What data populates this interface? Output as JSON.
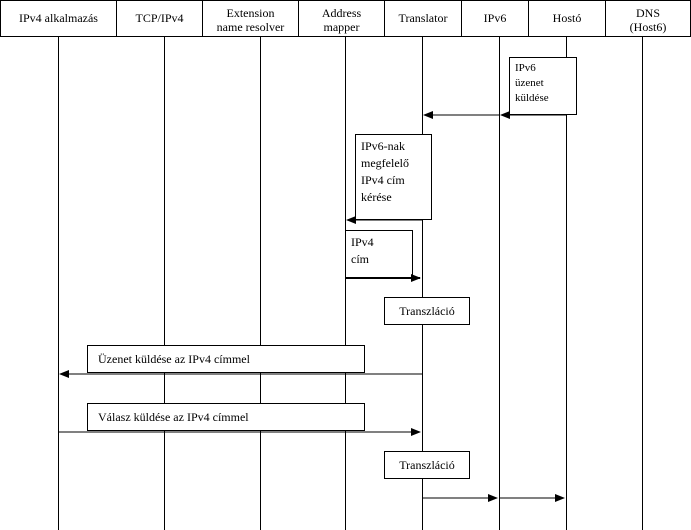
{
  "participants": [
    {
      "id": "ipv4-app",
      "lines": [
        "IPv4 alkalmazás"
      ]
    },
    {
      "id": "tcp-ipv4",
      "lines": [
        "TCP/IPv4"
      ]
    },
    {
      "id": "ext-resolver",
      "lines": [
        "Extension",
        "name resolver"
      ]
    },
    {
      "id": "addr-mapper",
      "lines": [
        "Address",
        "mapper"
      ]
    },
    {
      "id": "translator",
      "lines": [
        "Translator"
      ]
    },
    {
      "id": "ipv6",
      "lines": [
        "IPv6"
      ]
    },
    {
      "id": "host6",
      "lines": [
        "Hostó"
      ]
    },
    {
      "id": "dns",
      "lines": [
        "DNS",
        "(Host6)"
      ]
    }
  ],
  "notes": [
    {
      "id": "ipv6-send",
      "lines": [
        "IPv6",
        "üzenet",
        "küldése"
      ]
    },
    {
      "id": "request-ipv4",
      "lines": [
        "IPv6-nak",
        "megfelelő",
        "IPv4 cím",
        "kérése"
      ]
    },
    {
      "id": "ipv4-addr",
      "lines": [
        "IPv4",
        "cím"
      ]
    },
    {
      "id": "translation-1",
      "lines": [
        "Transzláció"
      ]
    },
    {
      "id": "send-ipv4",
      "lines": [
        "Üzenet küldése az IPv4 címmel"
      ]
    },
    {
      "id": "reply-ipv4",
      "lines": [
        "Válasz küldése az IPv4 címmel"
      ]
    },
    {
      "id": "translation-2",
      "lines": [
        "Transzláció"
      ]
    }
  ]
}
